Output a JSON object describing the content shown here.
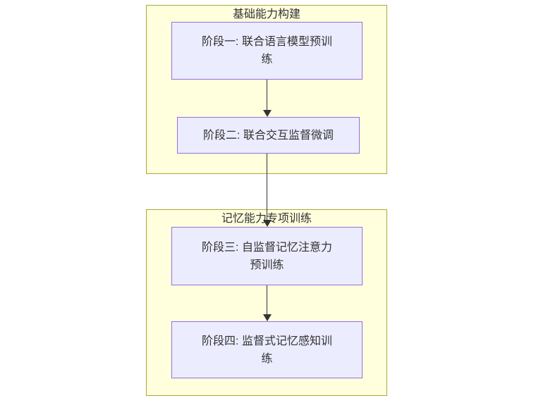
{
  "diagram": {
    "type": "flowchart",
    "direction": "top-down",
    "colors": {
      "background": "#ffffff",
      "group_fill": "#ffffde",
      "group_border": "#aaaa33",
      "node_fill": "#ececff",
      "node_border": "#9370db",
      "edge": "#333333",
      "text": "#333333"
    },
    "groups": [
      {
        "title": "基础能力构建",
        "nodes": [
          {
            "id": "stage1",
            "label": "阶段一: 联合语言模型预训练",
            "lines": [
              "阶段一: 联合语言模型预训",
              "练"
            ]
          },
          {
            "id": "stage2",
            "label": "阶段二: 联合交互监督微调",
            "lines": [
              "阶段二: 联合交互监督微调"
            ]
          }
        ]
      },
      {
        "title": "记忆能力专项训练",
        "nodes": [
          {
            "id": "stage3",
            "label": "阶段三: 自监督记忆注意力预训练",
            "lines": [
              "阶段三: 自监督记忆注意力",
              "预训练"
            ]
          },
          {
            "id": "stage4",
            "label": "阶段四: 监督式记忆感知训练",
            "lines": [
              "阶段四: 监督式记忆感知训",
              "练"
            ]
          }
        ]
      }
    ],
    "edges": [
      {
        "from": "stage1",
        "to": "stage2",
        "style": "arrow-down"
      },
      {
        "from": "stage2",
        "to": "stage3",
        "style": "arrow-down"
      },
      {
        "from": "stage3",
        "to": "stage4",
        "style": "arrow-down"
      }
    ]
  }
}
